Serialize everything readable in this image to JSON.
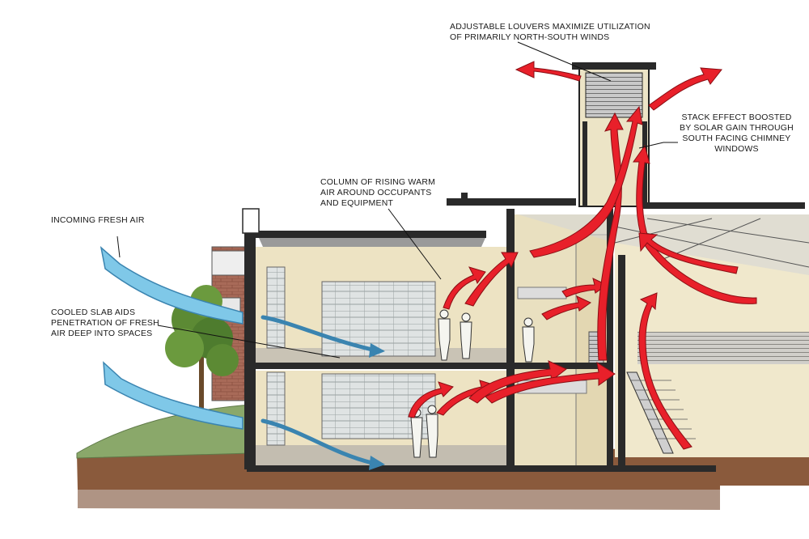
{
  "annotations": {
    "louvers": [
      "ADJUSTABLE LOUVERS MAXIMIZE UTILIZATION",
      "OF PRIMARILY NORTH-SOUTH WINDS"
    ],
    "stack": [
      "STACK EFFECT BOOSTED",
      "BY SOLAR GAIN THROUGH",
      "SOUTH FACING CHIMNEY",
      "WINDOWS"
    ],
    "column": [
      "COLUMN OF RISING WARM",
      "AIR AROUND OCCUPANTS",
      "AND EQUIPMENT"
    ],
    "incoming": [
      "INCOMING FRESH AIR"
    ],
    "slab": [
      "COOLED SLAB AIDS",
      "PENETRATION OF FRESH",
      "AIR DEEP INTO SPACES"
    ]
  },
  "colors": {
    "warm_air": "#e8202a",
    "cool_air": "#7fc8e8",
    "wall": "#f1e8c8",
    "ground": "#8a5a3c",
    "grass": "#8aa86a",
    "structure": "#2a2a2a"
  }
}
